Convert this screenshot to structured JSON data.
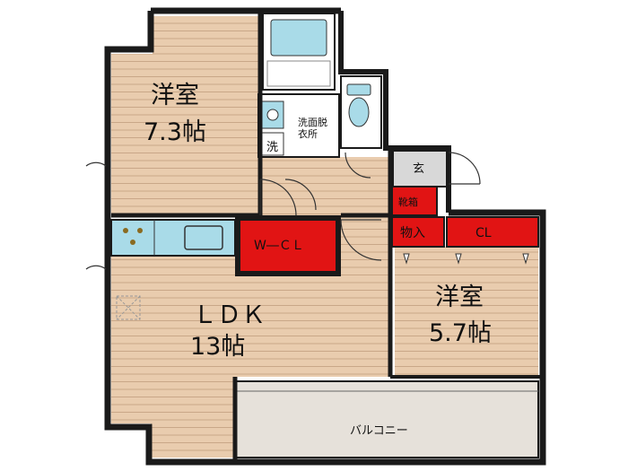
{
  "rooms": {
    "western_room_1": {
      "name": "洋室",
      "size": "7.3帖"
    },
    "western_room_2": {
      "name": "洋室",
      "size": "5.7帖"
    },
    "ldk": {
      "name": "ＬＤＫ",
      "size": "13帖"
    },
    "balcony": {
      "name": "バルコニー"
    },
    "walk_in_closet": {
      "name": "W―ＣＬ"
    },
    "closet": {
      "name": "CL"
    },
    "storage": {
      "name": "物入"
    },
    "shoe_box": {
      "name": "靴箱"
    },
    "entrance": {
      "name": "玄"
    },
    "washroom": {
      "name": "洗面脱衣所"
    },
    "washer": {
      "name": "洗"
    }
  },
  "colors": {
    "wall": "#1a1a1a",
    "floor_wood": "#e9ccae",
    "floor_line": "#c9a788",
    "storage_red": "#e11414",
    "wet_area": "#a9dbe8",
    "balcony": "#e6e1da",
    "entrance_gray": "#d8d8d8"
  }
}
